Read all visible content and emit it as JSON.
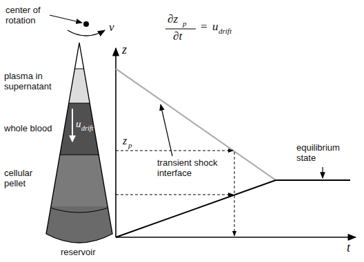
{
  "diagram": {
    "labels": [
      "center of rotation",
      "ν",
      "plasma in supernatant",
      "whole blood",
      "cellular pellet",
      "reservoir",
      "u",
      "drift",
      "z",
      "t",
      "z",
      "p",
      "∂z",
      "p",
      "∂t",
      "=",
      "u",
      "drift",
      "transient shock interface",
      "equilibrium state"
    ]
  }
}
